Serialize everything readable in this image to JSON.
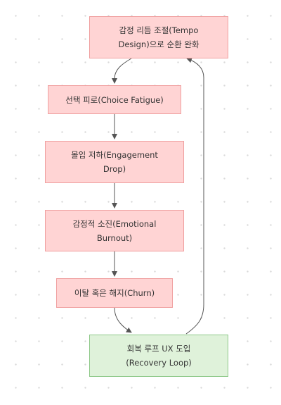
{
  "nodes": {
    "tempo": {
      "line1": "감정 리듬 조절(Tempo",
      "line2": "Design)으로 순환 완화"
    },
    "choice": {
      "line1": "선택 피로(Choice Fatigue)"
    },
    "engagement": {
      "line1": "몰입 저하(Engagement",
      "line2": "Drop)"
    },
    "emotional": {
      "line1": "감정적 소진(Emotional",
      "line2": "Burnout)"
    },
    "churn": {
      "line1": "이탈 혹은 해지(Churn)"
    },
    "recovery": {
      "line1": "회복 루프 UX 도입",
      "line2": "(Recovery Loop)"
    }
  },
  "colors": {
    "pink_fill": "#ffd4d4",
    "pink_stroke": "#f0a0a0",
    "green_fill": "#dff2da",
    "green_stroke": "#8fc98a",
    "edge": "#555555"
  }
}
